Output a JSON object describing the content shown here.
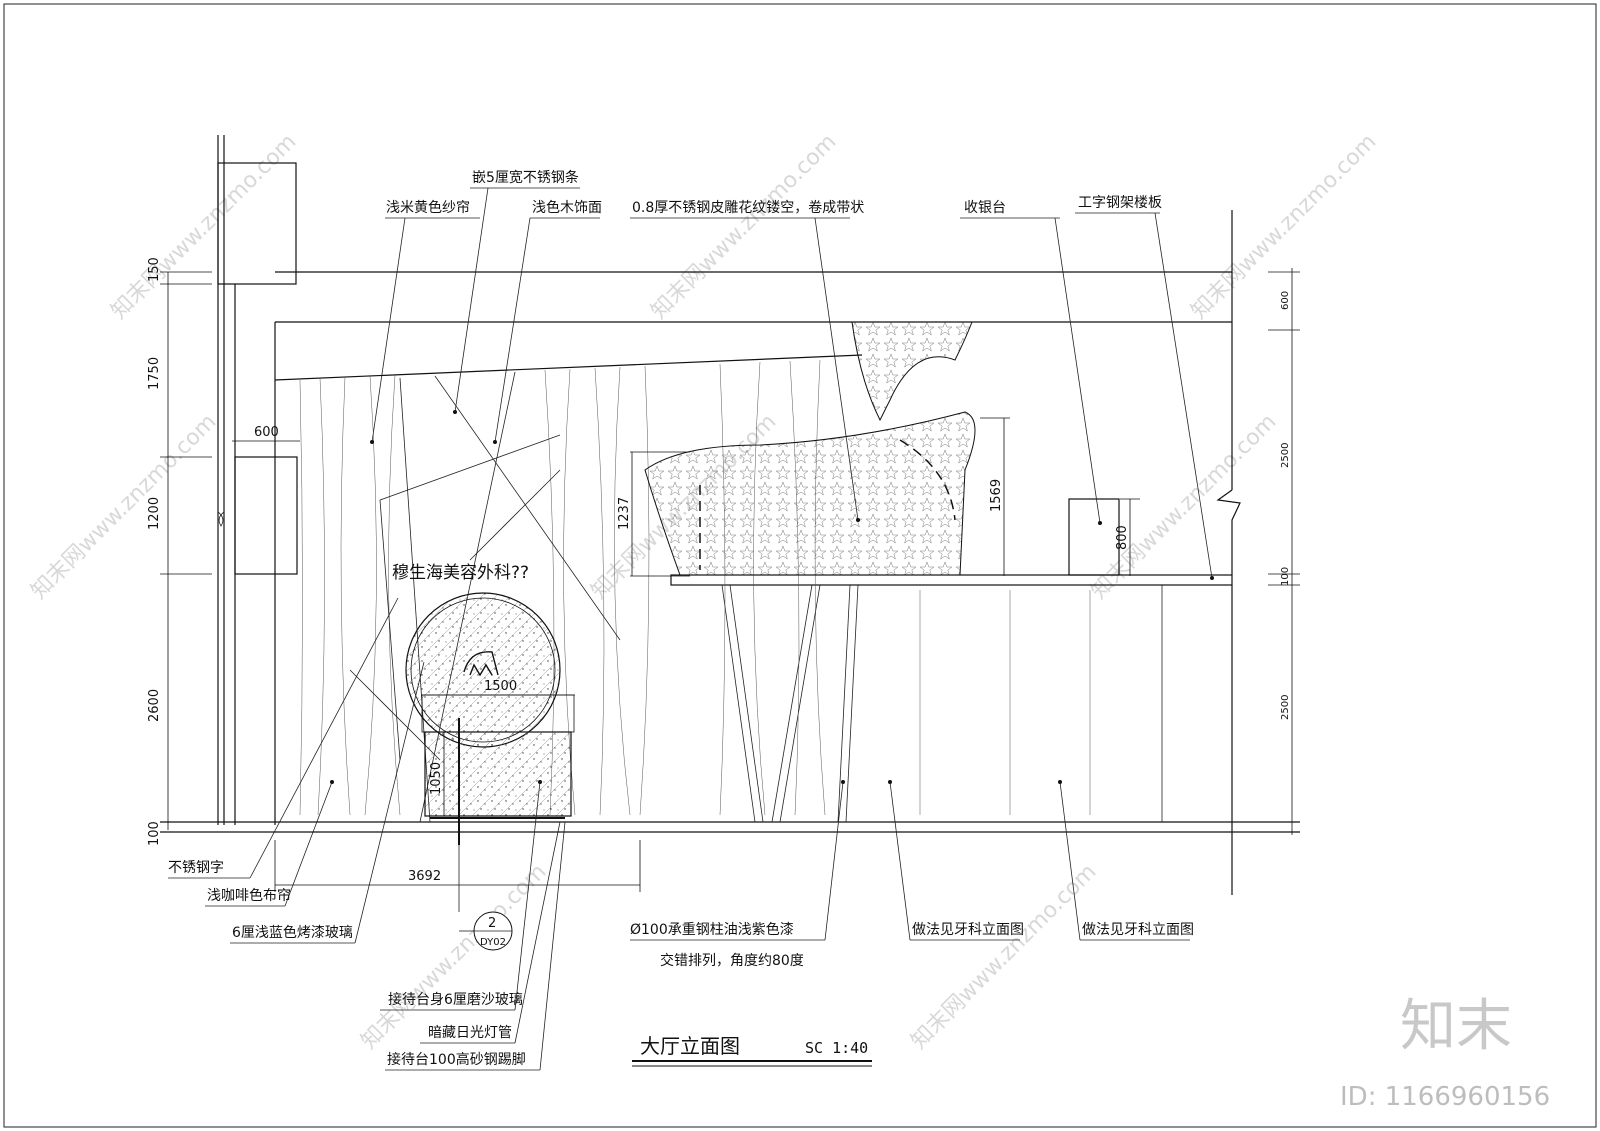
{
  "labels": {
    "yarn_curtain": "浅米黄色纱帘",
    "steel_strip": "嵌5厘宽不锈钢条",
    "wood_face": "浅色木饰面",
    "steel_skin": "0.8厚不锈钢皮雕花纹镂空，卷成带状",
    "cashier": "收银台",
    "steel_floor": "工字钢架楼板",
    "sign_text": "穆生海美容外科??",
    "steel_letters": "不锈钢字",
    "brown_curtain": "浅咖啡色布帘",
    "blue_glass": "6厘浅蓝色烤漆玻璃",
    "column_line1": "Ø100承重钢柱油浅紫色漆",
    "column_line2": "交错排列，角度约80度",
    "see_plan_1": "做法见牙科立面图",
    "see_plan_2": "做法见牙科立面图",
    "reception_glass": "接待台身6厘磨沙玻璃",
    "hidden_light": "暗藏日光灯管",
    "reception_foot": "接待台100高砂钢踢脚"
  },
  "title": {
    "main": "大厅立面图",
    "scale": "SC 1:40"
  },
  "section_mark": {
    "number": "2",
    "ref": "DY02"
  },
  "dimensions": {
    "left_150": "150",
    "left_1750": "1750",
    "left_1200": "1200",
    "left_2600": "2600",
    "left_100": "100",
    "top_600": "600",
    "width_3692": "3692",
    "desk_1500": "1500",
    "desk_1050": "1050",
    "h_1237": "1237",
    "h_1569": "1569",
    "h_800": "800",
    "right_600": "600",
    "right_2500a": "2500",
    "right_100": "100",
    "right_2500b": "2500"
  },
  "watermark": {
    "id_text": "ID: 1166960156",
    "brand": "知末",
    "site": "知末网www.znzmo.com"
  }
}
